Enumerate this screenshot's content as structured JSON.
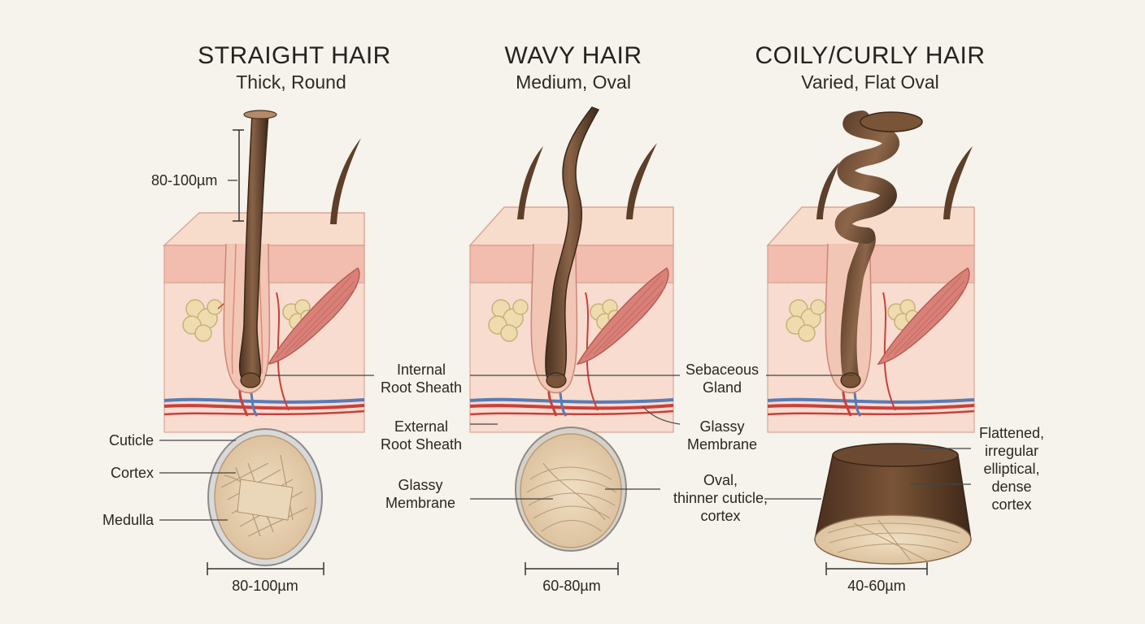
{
  "panels": [
    {
      "title": "STRAIGHT HAIR",
      "subtitle": "Thick, Round",
      "shaft_width": "80-100µm",
      "diameter": "80-100µm",
      "labels": {
        "cuticle": "Cuticle",
        "cortex": "Cortex",
        "medulla": "Medulla"
      }
    },
    {
      "title": "WAVY HAIR",
      "subtitle": "Medium, Oval",
      "diameter": "60-80µm",
      "labels": {
        "internal_root_sheath": [
          "Internal",
          "Root Sheath"
        ],
        "external_root_sheath": [
          "External",
          "Root Sheath"
        ],
        "glassy_membrane": [
          "Glassy",
          "Membrane"
        ],
        "oval_note": [
          "Oval,",
          "thinner cuticle,",
          "cortex"
        ]
      }
    },
    {
      "title": "COILY/CURLY HAIR",
      "subtitle": "Varied, Flat Oval",
      "diameter": "40-60µm",
      "labels": {
        "sebaceous_gland": [
          "Sebaceous",
          "Gland"
        ],
        "glassy_membrane": [
          "Glassy",
          "Membrane"
        ],
        "flattened_note": [
          "Flattened,",
          "irregular",
          "elliptical,",
          "dense",
          "cortex"
        ]
      }
    }
  ],
  "colors": {
    "background": "#f6f2ec",
    "skin_top": "#f7d6c4",
    "epidermis": "#f1b9aa",
    "dermis": "#f6d7c9",
    "hair": "#6e4b33",
    "hair_dark": "#3f2a1c",
    "artery": "#c9403c",
    "vein": "#5a7bb6",
    "gland": "#efdcae",
    "muscle": "#d98178",
    "cross_section": "#e6cfb0"
  }
}
